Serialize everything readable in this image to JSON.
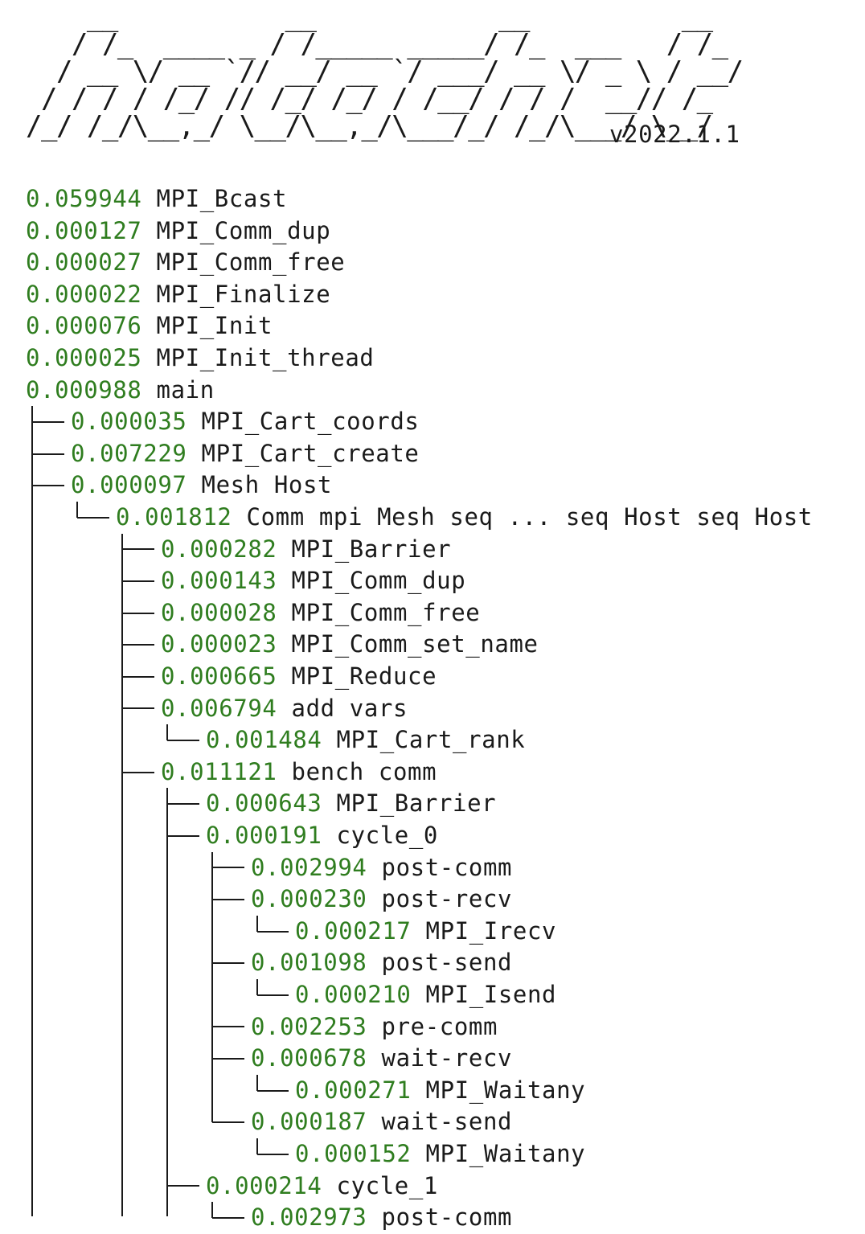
{
  "banner": {
    "art": "    __           __            __          __\n   / /_  ____ _ / /_____ _____/ /_  ___   / /_\n  / __ \\/ __ `// __/ __ `/ ___/ __ \\/ _ \\ / __/\n / / / / /_/ // /_/ /_/ / /__/ / / /  __// /_\n/_/ /_/\\__,_/ \\__/\\__,_/\\___/_/ /_/\\___/ \\__/",
    "version": "v2022.1.1"
  },
  "tree": [
    {
      "time": "0.059944",
      "name": "MPI_Bcast",
      "depth": 0,
      "last": false
    },
    {
      "time": "0.000127",
      "name": "MPI_Comm_dup",
      "depth": 0,
      "last": false
    },
    {
      "time": "0.000027",
      "name": "MPI_Comm_free",
      "depth": 0,
      "last": false
    },
    {
      "time": "0.000022",
      "name": "MPI_Finalize",
      "depth": 0,
      "last": false
    },
    {
      "time": "0.000076",
      "name": "MPI_Init",
      "depth": 0,
      "last": false
    },
    {
      "time": "0.000025",
      "name": "MPI_Init_thread",
      "depth": 0,
      "last": false
    },
    {
      "time": "0.000988",
      "name": "main",
      "depth": 0,
      "last": false
    },
    {
      "time": "0.000035",
      "name": "MPI_Cart_coords",
      "depth": 1,
      "last": false
    },
    {
      "time": "0.007229",
      "name": "MPI_Cart_create",
      "depth": 1,
      "last": false
    },
    {
      "time": "0.000097",
      "name": "Mesh Host",
      "depth": 1,
      "last": false
    },
    {
      "time": "0.001812",
      "name": "Comm mpi Mesh seq ... seq Host seq Host",
      "depth": 2,
      "last": true
    },
    {
      "time": "0.000282",
      "name": "MPI_Barrier",
      "depth": 3,
      "last": false
    },
    {
      "time": "0.000143",
      "name": "MPI_Comm_dup",
      "depth": 3,
      "last": false
    },
    {
      "time": "0.000028",
      "name": "MPI_Comm_free",
      "depth": 3,
      "last": false
    },
    {
      "time": "0.000023",
      "name": "MPI_Comm_set_name",
      "depth": 3,
      "last": false
    },
    {
      "time": "0.000665",
      "name": "MPI_Reduce",
      "depth": 3,
      "last": false
    },
    {
      "time": "0.006794",
      "name": "add vars",
      "depth": 3,
      "last": false
    },
    {
      "time": "0.001484",
      "name": "MPI_Cart_rank",
      "depth": 4,
      "last": true
    },
    {
      "time": "0.011121",
      "name": "bench comm",
      "depth": 3,
      "last": false
    },
    {
      "time": "0.000643",
      "name": "MPI_Barrier",
      "depth": 4,
      "last": false
    },
    {
      "time": "0.000191",
      "name": "cycle_0",
      "depth": 4,
      "last": false
    },
    {
      "time": "0.002994",
      "name": "post-comm",
      "depth": 5,
      "last": false
    },
    {
      "time": "0.000230",
      "name": "post-recv",
      "depth": 5,
      "last": false
    },
    {
      "time": "0.000217",
      "name": "MPI_Irecv",
      "depth": 6,
      "last": true
    },
    {
      "time": "0.001098",
      "name": "post-send",
      "depth": 5,
      "last": false
    },
    {
      "time": "0.000210",
      "name": "MPI_Isend",
      "depth": 6,
      "last": true
    },
    {
      "time": "0.002253",
      "name": "pre-comm",
      "depth": 5,
      "last": false
    },
    {
      "time": "0.000678",
      "name": "wait-recv",
      "depth": 5,
      "last": false
    },
    {
      "time": "0.000271",
      "name": "MPI_Waitany",
      "depth": 6,
      "last": true
    },
    {
      "time": "0.000187",
      "name": "wait-send",
      "depth": 5,
      "last": true
    },
    {
      "time": "0.000152",
      "name": "MPI_Waitany",
      "depth": 6,
      "last": true
    },
    {
      "time": "0.000214",
      "name": "cycle_1",
      "depth": 4,
      "last": false
    },
    {
      "time": "0.002973",
      "name": "post-comm",
      "depth": 5,
      "last": true
    }
  ],
  "colors": {
    "time": "#2f7d1f",
    "text": "#1a1a1a",
    "background": "#ffffff"
  }
}
